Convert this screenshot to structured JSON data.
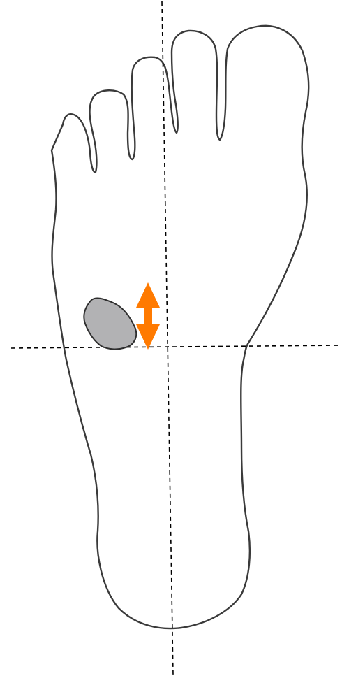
{
  "diagram": {
    "subject": "foot-sole-outline",
    "colors": {
      "background": "#ffffff",
      "outline": "#3a3a3a",
      "guide_lines": "#000000",
      "marker_fill": "#b2b2b4",
      "marker_stroke": "#2e2e2e",
      "arrow": "#ff7a00"
    },
    "guide_lines": [
      {
        "orientation": "vertical",
        "style": "dashed"
      },
      {
        "orientation": "horizontal",
        "style": "dashed"
      }
    ],
    "marker": {
      "shape": "rounded-polygon"
    },
    "arrow": {
      "direction": "up-down"
    }
  }
}
